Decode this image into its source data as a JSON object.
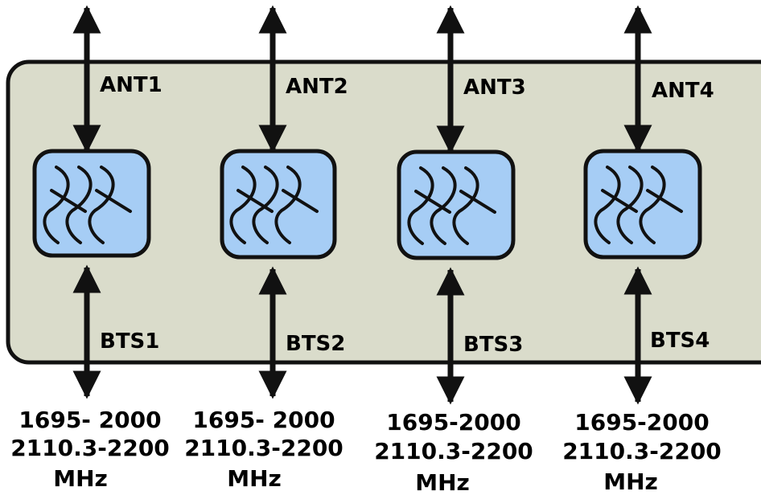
{
  "colors": {
    "enclosure_fill": "#dadccb",
    "filter_fill": "#a6cdf5",
    "stroke": "#111111"
  },
  "channels": [
    {
      "antenna_label": "ANT1",
      "bts_label": "BTS1",
      "filter_icon": "bandpass-filter-icon",
      "frequency_lines": [
        "1695- 2000",
        "2110.3-2200",
        "MHz"
      ]
    },
    {
      "antenna_label": "ANT2",
      "bts_label": "BTS2",
      "filter_icon": "bandpass-filter-icon",
      "frequency_lines": [
        "1695- 2000",
        "2110.3-2200",
        "MHz"
      ]
    },
    {
      "antenna_label": "ANT3",
      "bts_label": "BTS3",
      "filter_icon": "bandpass-filter-icon",
      "frequency_lines": [
        "1695-2000",
        "2110.3-2200",
        "MHz"
      ]
    },
    {
      "antenna_label": "ANT4",
      "bts_label": "BTS4",
      "filter_icon": "bandpass-filter-icon",
      "frequency_lines": [
        "1695-2000",
        "2110.3-2200",
        "MHz"
      ]
    }
  ]
}
